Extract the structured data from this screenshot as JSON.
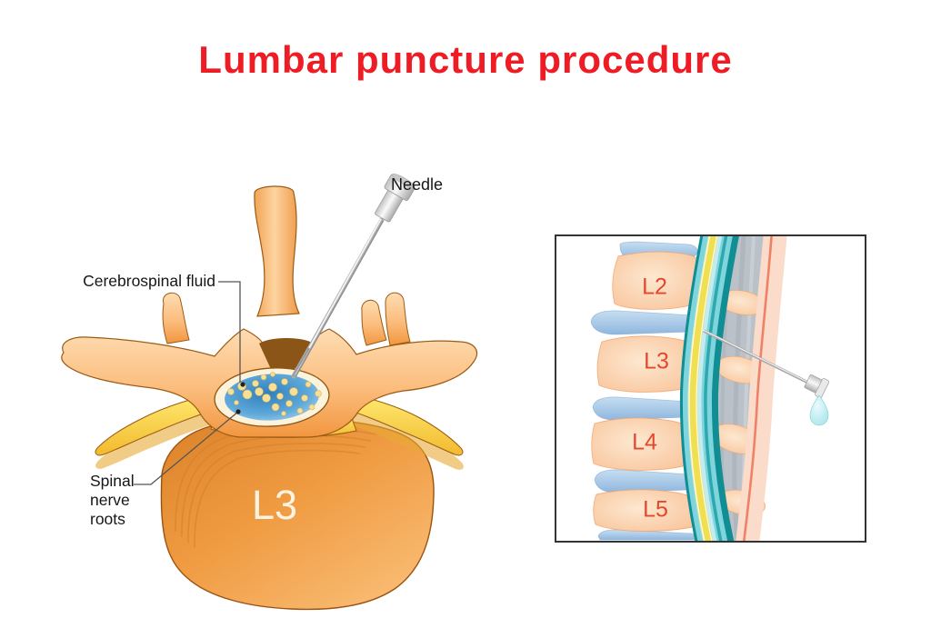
{
  "title": {
    "text": "Lumbar puncture procedure",
    "color": "#ee1c24"
  },
  "axial_view": {
    "needle_label": "Needle",
    "csf_label": "Cerebrospinal fluid",
    "nerve_roots_label": [
      "Spinal",
      "nerve",
      "roots"
    ],
    "vertebra_label": "L3"
  },
  "lateral_view": {
    "vertebrae": [
      {
        "label": "L2"
      },
      {
        "label": "L3"
      },
      {
        "label": "L4"
      },
      {
        "label": "L5"
      }
    ]
  },
  "colors": {
    "title_red": "#ee1c24",
    "label_black": "#161616",
    "vertebra_label_red": "#e5472d",
    "bone_orange": "#f4953e",
    "bone_light": "#fed9ae",
    "body_text_white": "#fcf3e3",
    "csf_blue": "#4d9fd4",
    "nerve_root_yellow": "#f7e095",
    "spinal_nerve_yellow": "#ffe14d",
    "canal_teal": "#118d94",
    "canal_yellow_stripe": "#efdf51",
    "disc_blue": "#a9cce9",
    "skin_pink": "#fbdcca",
    "skin_line_salmon": "#ef8166",
    "csf_drop_cyan": "#bfeef2",
    "needle_silver": "#adadad"
  }
}
